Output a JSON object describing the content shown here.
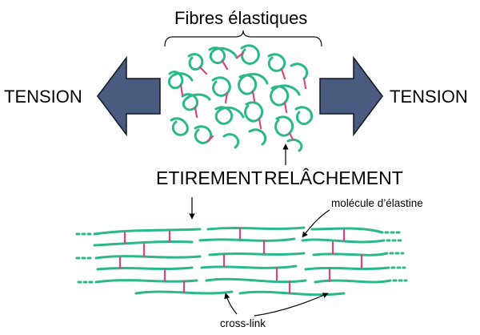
{
  "title": "Fibres élastiques",
  "tension_left": "TENSION",
  "tension_right": "TENSION",
  "etirement": "ETIREMENT",
  "relachement": "RELÂCHEMENT",
  "molecule_label": "molécule d’élastine",
  "crosslink_label": "cross-link",
  "colors": {
    "fiber": "#2bb88a",
    "crosslink": "#d8467e",
    "arrow_fill": "#4a5b80",
    "arrow_stroke": "#111827"
  }
}
